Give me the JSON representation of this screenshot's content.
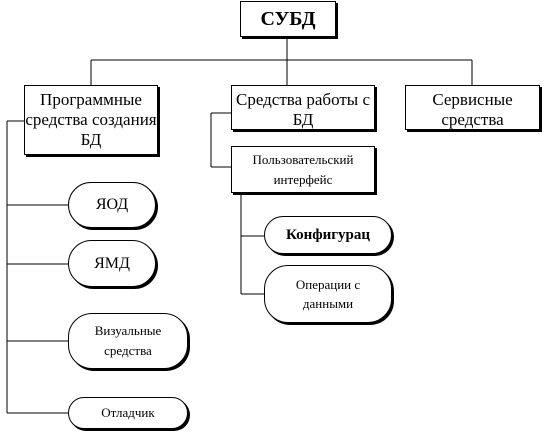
{
  "nodes": {
    "root": "СУБД",
    "creation_tools": "Программные средства создания БД",
    "work_tools": "Средства работы с БД",
    "service_tools": "Сервисные средства",
    "user_interface": "Пользовательский интерфейс",
    "yaod": "ЯОД",
    "yamd": "ЯМД",
    "visual_tools": "Визуальные средства",
    "debugger": "Отладчик",
    "configuration": "Конфигурац",
    "data_operations": "Операции с данными"
  }
}
